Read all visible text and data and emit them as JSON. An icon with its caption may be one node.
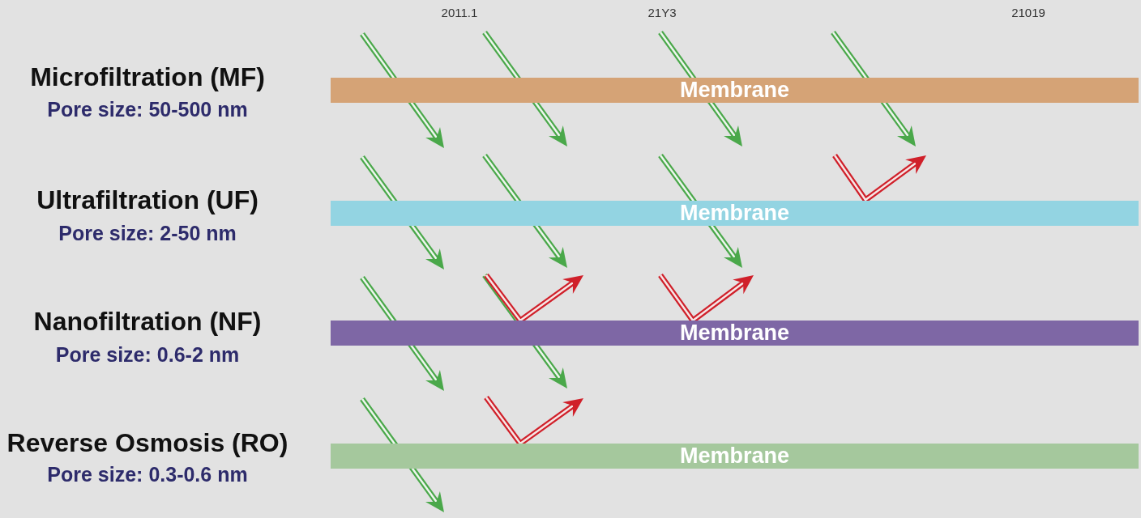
{
  "diagram": {
    "nodes": [
      {
        "text": [
          "Membrane"
        ],
        "beside": [
          "Microfiltration (MF)",
          "Pore size: 50-500 nm"
        ]
      },
      {
        "text": [
          "Membrane"
        ],
        "beside": [
          "Ultrafiltration (UF)",
          "Pore size: 2-50 nm"
        ]
      },
      {
        "text": [
          "Membrane"
        ],
        "beside": [
          "Nanofiltration (NF)",
          "Pore size: 0.6-2 nm"
        ]
      },
      {
        "text": [
          "Membrane"
        ],
        "beside": [
          "Reverse Osmosis (RO)",
          "Pore size: 0.3-0.6 nm"
        ]
      }
    ],
    "labels": [
      "2011.1",
      "21Y3",
      "21019"
    ]
  }
}
